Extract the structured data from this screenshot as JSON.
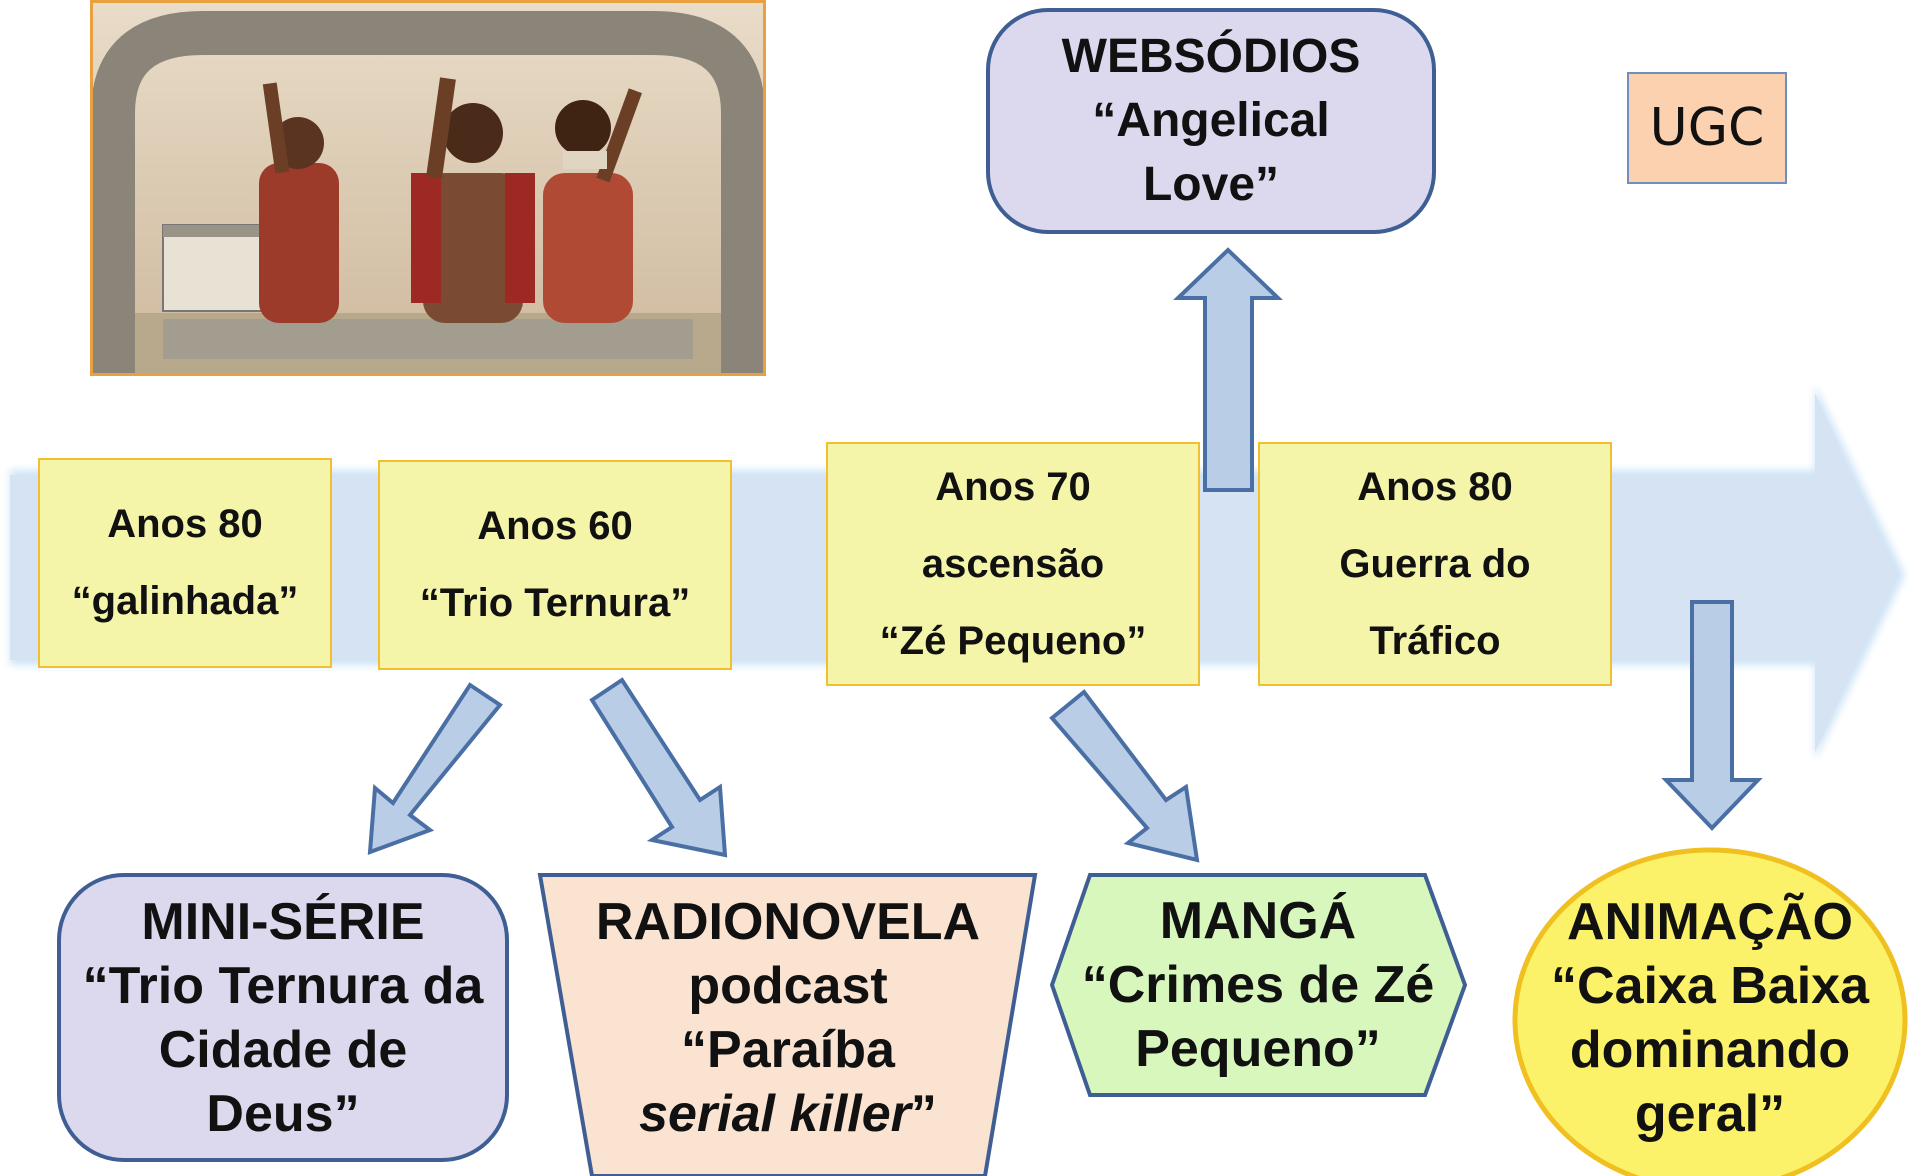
{
  "eras": [
    {
      "lines": [
        "Anos 80",
        "“galinhada”"
      ]
    },
    {
      "lines": [
        "Anos 60",
        "“Trio Ternura”"
      ]
    },
    {
      "lines": [
        "Anos 70",
        "ascensão",
        "“Zé Pequeno”"
      ]
    },
    {
      "lines": [
        "Anos 80",
        "Guerra do",
        "Tráfico"
      ]
    }
  ],
  "websodios": {
    "line1": "WEBSÓDIOS",
    "line2": "“Angelical",
    "line3": "Love”"
  },
  "ugc": "UGC",
  "miniserie": {
    "line1": "MINI-SÉRIE",
    "line2": "“Trio Ternura da",
    "line3": "Cidade de",
    "line4": "Deus”"
  },
  "radionovela": {
    "line1": "RADIONOVELA",
    "line2": "podcast",
    "line3": "“Paraíba",
    "line4_italic": "serial killer",
    "line4_end": "”"
  },
  "manga": {
    "line1": "MANGÁ",
    "line2": "“Crimes de Zé",
    "line3": "Pequeno”"
  },
  "animacao": {
    "line1": "ANIMAÇÃO",
    "line2": "“Caixa Baixa",
    "line3": "dominando",
    "line4": "geral”"
  },
  "colors": {
    "timeline": "#d6e3f3",
    "arrow_fill": "#b9cde6",
    "arrow_stroke": "#4a6fa5",
    "era_fill": "#f5f5aa",
    "era_border": "#f0c030",
    "lavender": "#dcd9ee",
    "peach": "#fbe3d2",
    "green": "#d8f7bd",
    "yellow": "#fbf26a",
    "ugc": "#fbd1b0"
  }
}
